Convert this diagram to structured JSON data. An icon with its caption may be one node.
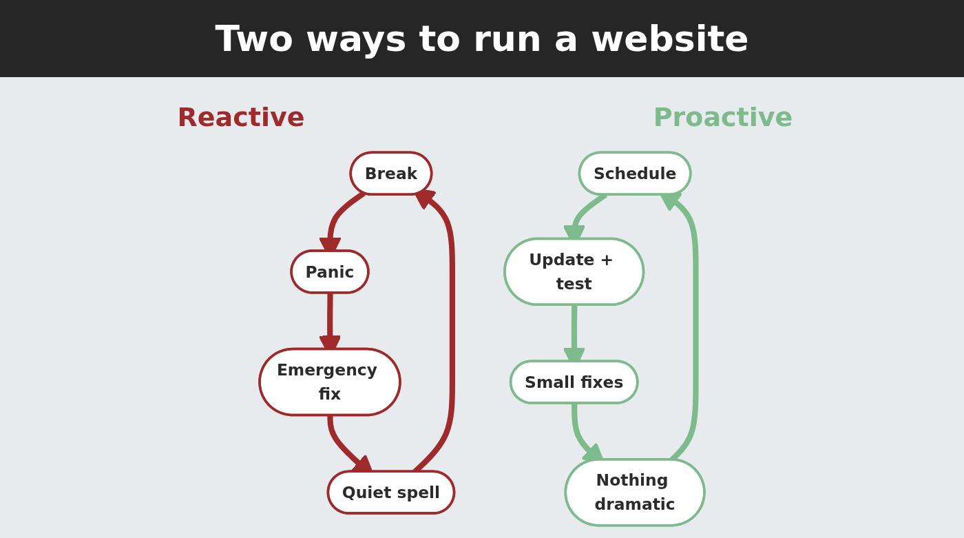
{
  "diagram": {
    "title": "Two ways to run a website",
    "nodes": [
      {
        "text": [
          "Break"
        ]
      },
      {
        "text": [
          "Panic"
        ]
      },
      {
        "text": [
          "Emergency fix"
        ]
      },
      {
        "text": [
          "Quiet spell"
        ]
      },
      {
        "text": [
          "Schedule"
        ]
      },
      {
        "text": [
          "Update + test"
        ]
      },
      {
        "text": [
          "Small fixes"
        ]
      },
      {
        "text": [
          "Nothing dramatic"
        ]
      }
    ],
    "edges": [
      {
        "from": 0,
        "to": 1,
        "arrow": "to",
        "color": "#9e2a2b"
      },
      {
        "from": 1,
        "to": 2,
        "arrow": "to",
        "color": "#9e2a2b"
      },
      {
        "from": 2,
        "to": 3,
        "arrow": "to",
        "color": "#9e2a2b"
      },
      {
        "from": 3,
        "to": 0,
        "arrow": "to",
        "color": "#9e2a2b"
      },
      {
        "from": 4,
        "to": 5,
        "arrow": "to",
        "color": "#7dba8c"
      },
      {
        "from": 5,
        "to": 6,
        "arrow": "to",
        "color": "#7dba8c"
      },
      {
        "from": 6,
        "to": 7,
        "arrow": "to",
        "color": "#7dba8c"
      },
      {
        "from": 7,
        "to": 4,
        "arrow": "to",
        "color": "#7dba8c"
      }
    ],
    "labels": [
      "Reactive",
      "Proactive"
    ]
  }
}
